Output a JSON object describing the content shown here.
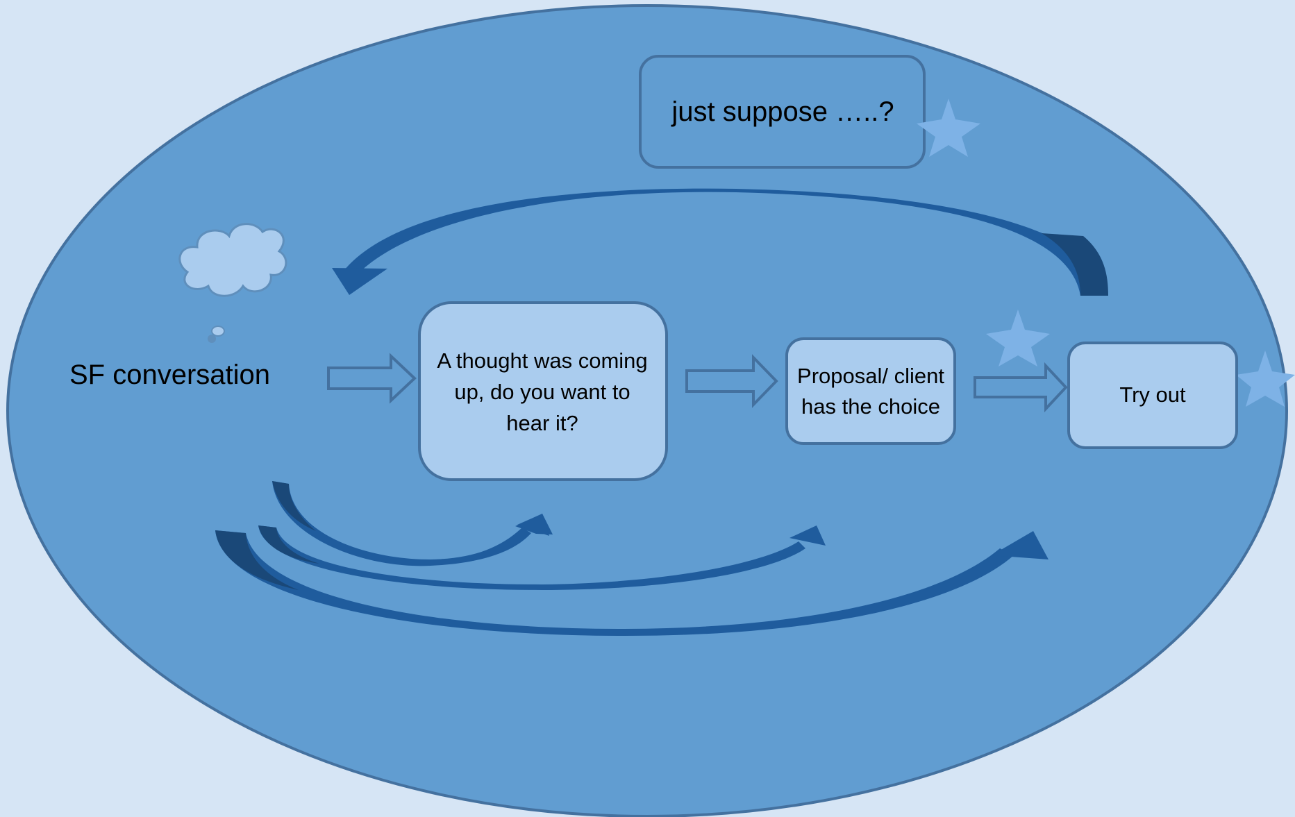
{
  "diagram": {
    "sf_conversation": "SF conversation",
    "just_suppose": "just suppose …..?",
    "thought_box": "A thought was coming up, do you want to hear it?",
    "proposal_box": "Proposal/ client has the choice",
    "try_out_box": "Try out"
  },
  "colors": {
    "background": "#d6e5f5",
    "ellipse_fill": "#619dd1",
    "ellipse_stroke": "#44719f",
    "box_fill": "#aaccee",
    "box_stroke": "#44719f",
    "curved_arrow": "#1f5c9d",
    "curved_arrow_dark": "#1a4878",
    "star": "#7eb2e6",
    "cloud_fill": "#aaccee"
  },
  "icons": {
    "thought_cloud": "cloud-icon",
    "stars": "star-icon"
  }
}
